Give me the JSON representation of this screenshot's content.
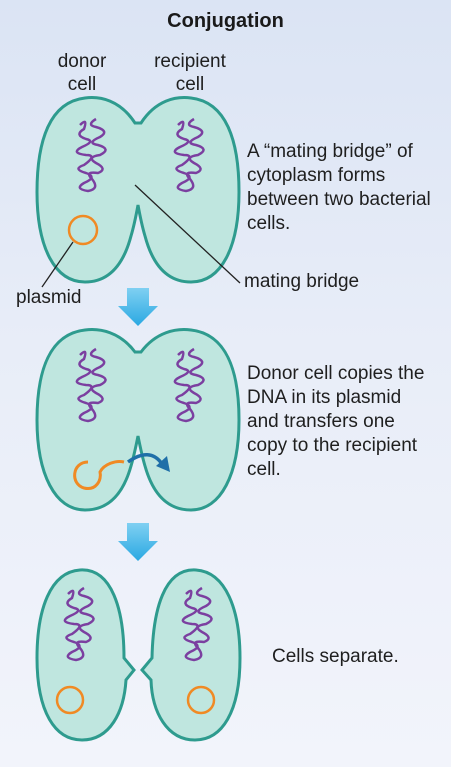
{
  "title": "Conjugation",
  "labels": {
    "donor_cell": "donor\ncell",
    "recipient_cell": "recipient\ncell",
    "plasmid": "plasmid",
    "mating_bridge": "mating bridge"
  },
  "steps": [
    {
      "description": "A “mating bridge” of cytoplasm forms between two bacterial cells."
    },
    {
      "description": "Donor cell copies the DNA in its plasmid and transfers one copy to the recipient cell."
    },
    {
      "description": "Cells separate."
    }
  ],
  "colors": {
    "cell_fill": "#bfe6df",
    "cell_stroke": "#2e9b8e",
    "dna": "#7b3fa0",
    "plasmid": "#f08a24",
    "arrow_blue": "#2aa8e2",
    "transfer_arrow": "#1f6fa8"
  }
}
